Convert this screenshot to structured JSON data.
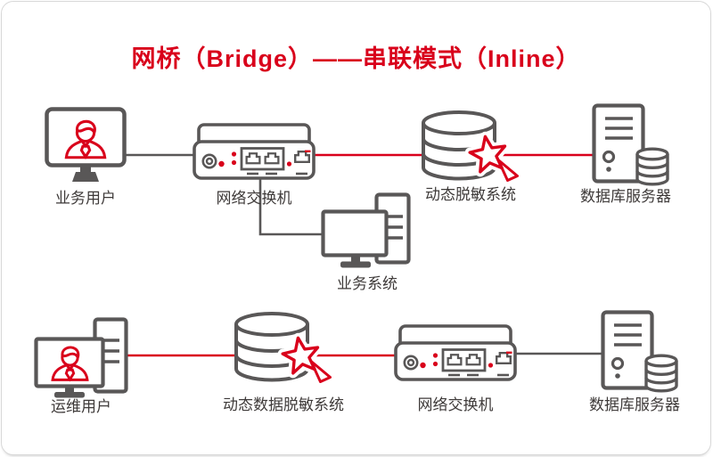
{
  "title": {
    "text": "网桥（Bridge）——串联模式（Inline）"
  },
  "colors": {
    "accent_red": "#d9001b",
    "icon_gray": "#595757",
    "label_text": "#3e3a39",
    "card_border": "#d8d8d8",
    "background": "#ffffff"
  },
  "nodes": {
    "business_user": {
      "label": "业务用户",
      "icon": "monitor-user-icon"
    },
    "switch_top": {
      "label": "网络交换机",
      "icon": "network-switch-icon"
    },
    "masking_top": {
      "label": "动态脱敏系统",
      "icon": "database-burst-icon"
    },
    "db_server_top": {
      "label": "数据库服务器",
      "icon": "server-database-icon"
    },
    "business_system": {
      "label": "业务系统",
      "icon": "workstation-icon"
    },
    "ops_user": {
      "label": "运维用户",
      "icon": "monitor-user-tower-icon"
    },
    "masking_bottom": {
      "label": "动态数据脱敏系统",
      "icon": "database-burst-icon"
    },
    "switch_bottom": {
      "label": "网络交换机",
      "icon": "network-switch-icon"
    },
    "db_server_bottom": {
      "label": "数据库服务器",
      "icon": "server-database-icon"
    }
  },
  "connections": [
    {
      "from": "业务用户",
      "to": "网络交换机",
      "color": "gray"
    },
    {
      "from": "网络交换机",
      "to": "动态脱敏系统",
      "color": "red"
    },
    {
      "from": "动态脱敏系统",
      "to": "数据库服务器",
      "color": "red"
    },
    {
      "from": "网络交换机",
      "to": "业务系统",
      "color": "gray"
    },
    {
      "from": "运维用户",
      "to": "动态数据脱敏系统",
      "color": "red"
    },
    {
      "from": "动态数据脱敏系统",
      "to": "网络交换机",
      "color": "red"
    },
    {
      "from": "网络交换机",
      "to": "数据库服务器",
      "color": "gray"
    }
  ]
}
